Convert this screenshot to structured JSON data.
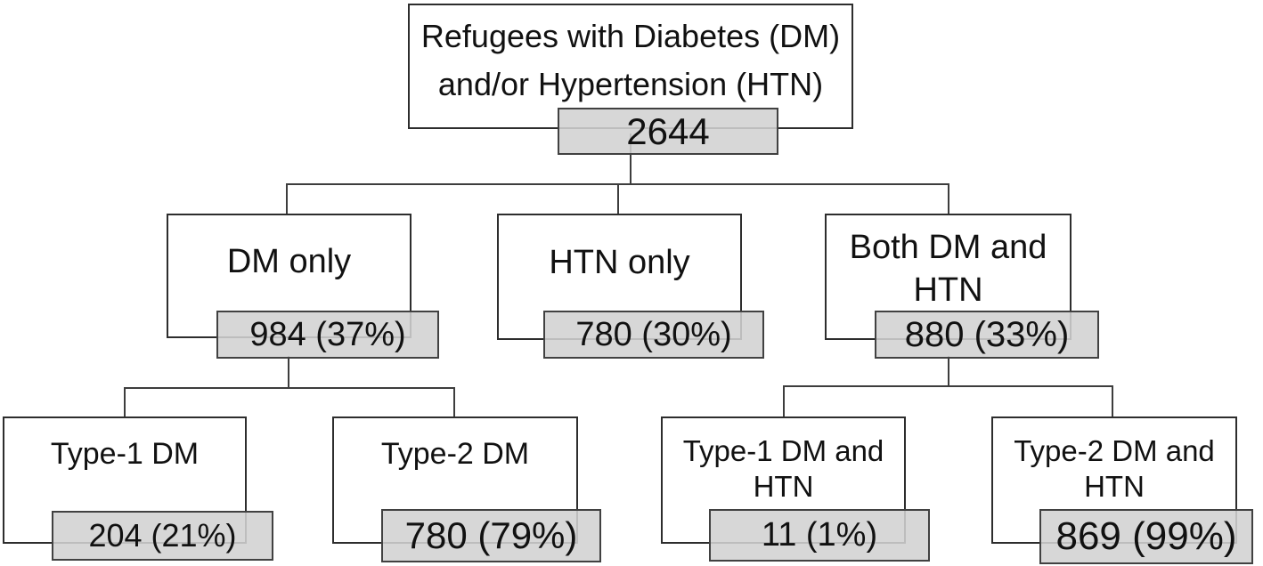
{
  "diagram": {
    "type": "flowchart-tree",
    "colors": {
      "background": "#ffffff",
      "node_fill": "#ffffff",
      "node_border": "#2d2d2d",
      "badge_fill": "#d2d2d2",
      "badge_border": "#414141",
      "connector": "#3d3d3d",
      "text": "#111111"
    }
  },
  "flowchart": {
    "root": {
      "label": [
        "Refugees with Diabetes (DM)",
        "and/or Hypertension (HTN)"
      ],
      "count": "2644",
      "children": [
        {
          "id": "dm_only",
          "label": [
            "DM only"
          ],
          "count": "984 (37%)",
          "children": [
            {
              "id": "type1_dm",
              "label": [
                "Type-1 DM"
              ],
              "count": "204 (21%)"
            },
            {
              "id": "type2_dm",
              "label": [
                "Type-2 DM"
              ],
              "count": "780 (79%)"
            }
          ]
        },
        {
          "id": "htn_only",
          "label": [
            "HTN only"
          ],
          "count": "780 (30%)"
        },
        {
          "id": "both_dm_htn",
          "label": [
            "Both DM and",
            "HTN"
          ],
          "count": "880 (33%)",
          "children": [
            {
              "id": "type1_dm_htn",
              "label": [
                "Type-1 DM and",
                "HTN"
              ],
              "count": "11 (1%)"
            },
            {
              "id": "type2_dm_htn",
              "label": [
                "Type-2 DM and",
                "HTN"
              ],
              "count": "869 (99%)"
            }
          ]
        }
      ]
    }
  }
}
